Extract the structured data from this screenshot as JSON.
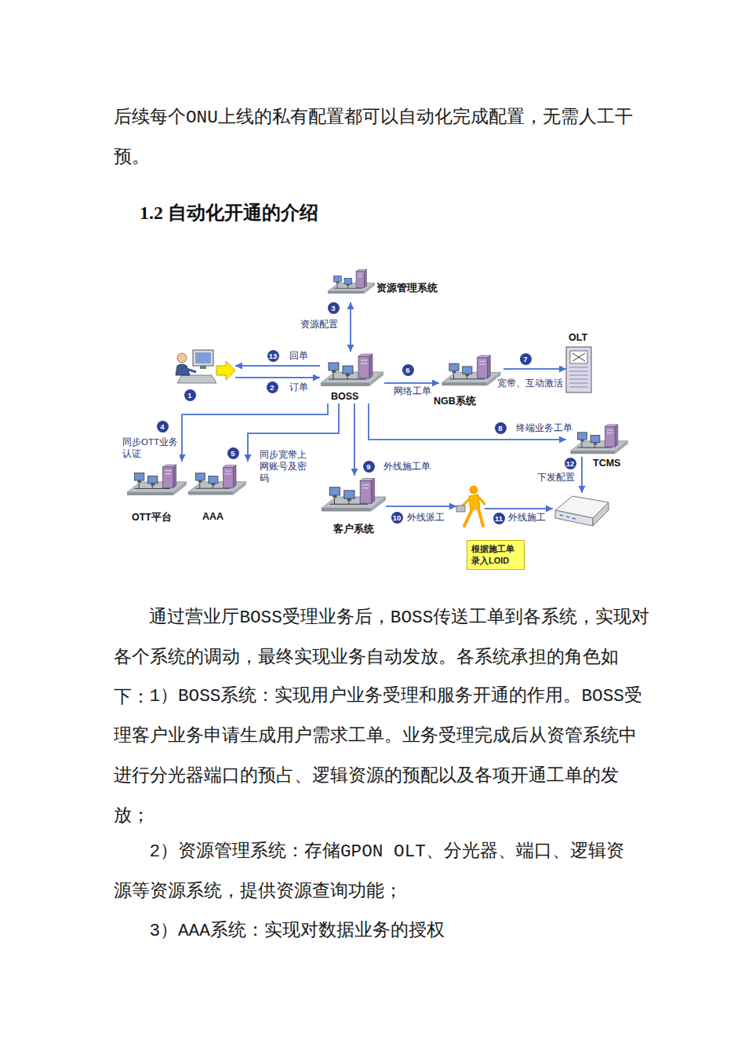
{
  "diagram": {
    "title": "1.2 自动化开通的介绍",
    "nodes": [
      {
        "text": [
          "资源管理系统"
        ]
      },
      {
        "text": []
      },
      {
        "text": [
          "BOSS"
        ]
      },
      {
        "text": [
          "NGB系统"
        ]
      },
      {
        "text": [
          "OLT"
        ]
      },
      {
        "text": [
          "OTT平台"
        ]
      },
      {
        "text": [
          "AAA"
        ]
      },
      {
        "text": [
          "TCMS"
        ]
      },
      {
        "text": [
          "客户系统"
        ]
      },
      {
        "text": [
          "根据施工单录入LOID"
        ]
      },
      {
        "text": []
      }
    ],
    "edges": [
      {
        "from": 0,
        "to": 2,
        "arrow": "both",
        "label": "资源配置"
      },
      {
        "from": 2,
        "to": 1,
        "arrow": "to",
        "label": "回单"
      },
      {
        "from": 1,
        "to": 2,
        "arrow": "to",
        "label": "订单"
      },
      {
        "from": 2,
        "to": 3,
        "arrow": "to",
        "label": "网络工单"
      },
      {
        "from": 3,
        "to": 4,
        "arrow": "to",
        "label": "宽带、互动激活"
      },
      {
        "from": 2,
        "to": 5,
        "arrow": "to",
        "label": "同步OTT业务认证"
      },
      {
        "from": 2,
        "to": 6,
        "arrow": "to",
        "label": "同步宽带上网账号及密码"
      },
      {
        "from": 2,
        "to": 7,
        "arrow": "to",
        "label": "终端业务工单"
      },
      {
        "from": 2,
        "to": 8,
        "arrow": "to",
        "label": "外线施工单"
      },
      {
        "from": 8,
        "to": 9,
        "arrow": "to",
        "label": "外线派工"
      },
      {
        "from": 9,
        "to": 10,
        "arrow": "to",
        "label": "外线施工"
      },
      {
        "from": 7,
        "to": 10,
        "arrow": "to",
        "label": "下发配置"
      }
    ],
    "labels": [
      "1",
      "2",
      "3",
      "4",
      "5",
      "6",
      "7",
      "8",
      "9",
      "10",
      "11",
      "12",
      "13",
      "后续每个ONU上线的私有配置都可以自动化完成配置，无需人工干预。",
      "通过营业厅BOSS受理业务后，BOSS传送工单到各系统，实现对各个系统的调动，最终实现业务自动发放。各系统承担的角色如下：",
      "1）BOSS系统：实现用户业务受理和服务开通的作用。BOSS受理客户业务申请生成用户需求工单。业务受理完成后从资管系统中进行分光器端口的预占、逻辑资源的预配以及各项开通工单的发放；",
      "2）资源管理系统：存储GPON OLT、分光器、端口、逻辑资源等资源系统，提供资源查询功能；",
      "3）AAA系统：实现对数据业务的授权"
    ]
  }
}
